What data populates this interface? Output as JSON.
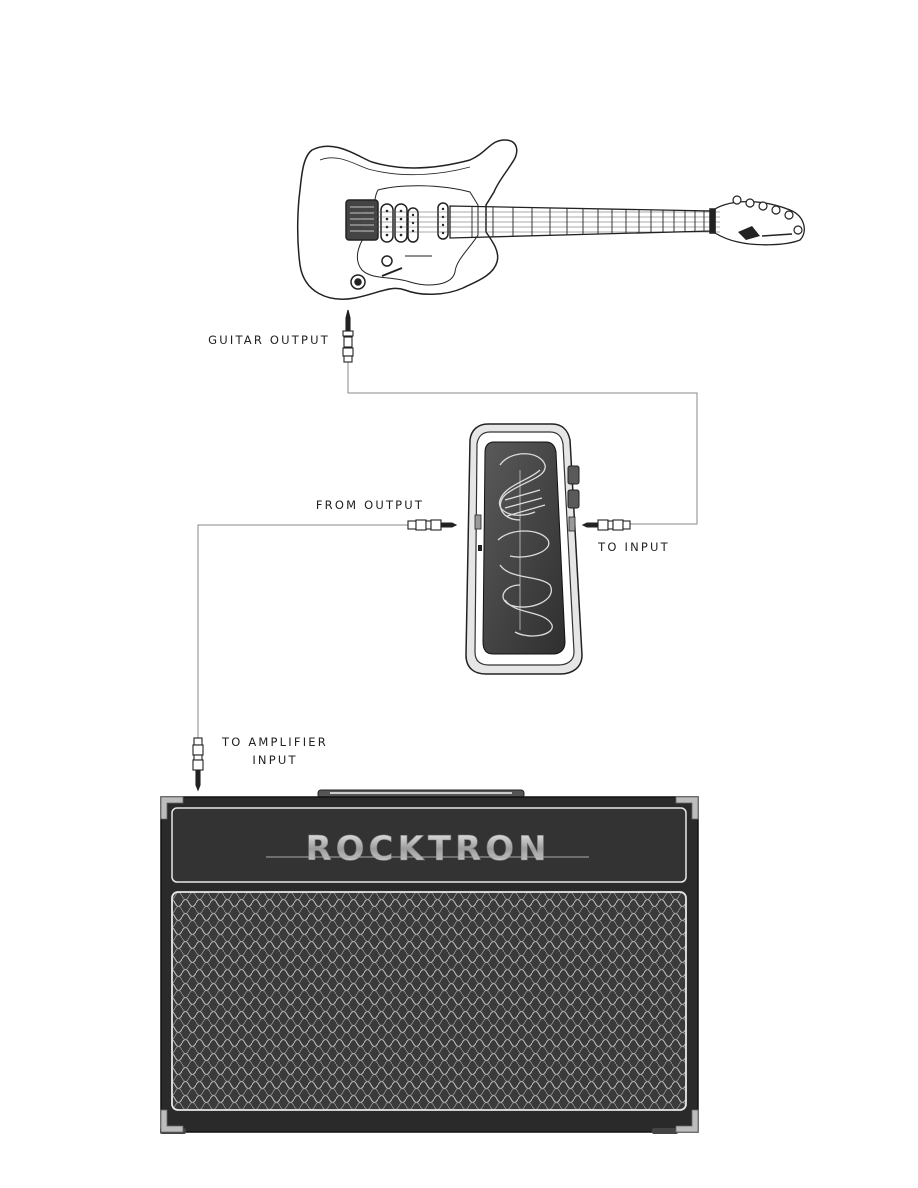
{
  "labels": {
    "guitar_output": "GUITAR OUTPUT",
    "from_output": "FROM OUTPUT",
    "to_input": "TO INPUT",
    "to_amplifier_line1": "TO AMPLIFIER",
    "to_amplifier_line2": "INPUT"
  },
  "amplifier": {
    "brand": "ROCKTRON"
  },
  "colors": {
    "ink": "#222222",
    "cable": "#888888",
    "amp_body": "#2a2a2a",
    "amp_grille": "#3a3a3a",
    "pedal_plate": "#4a4a4a",
    "brand_silver": "#c8c8c8"
  },
  "icons": [
    "guitar",
    "wah-pedal",
    "guitar-amplifier",
    "quarter-inch-plug"
  ]
}
